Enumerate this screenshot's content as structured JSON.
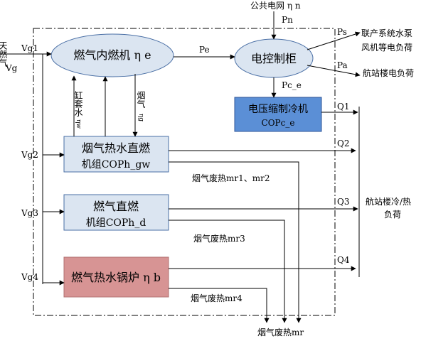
{
  "inputs": {
    "natural_gas": "天然气",
    "vg_symbol": "Vg",
    "grid_title": "公共电网 η n",
    "pn": "Pn",
    "vg1": "Vg1",
    "vg2": "Vg2",
    "vg3": "Vg3",
    "vg4": "Vg4"
  },
  "engine": {
    "label": "燃气内燃机 η e",
    "pe": "Pe",
    "jacket_water": "缸套水",
    "jacket_sym": "ηw",
    "flue_gas": "烟气",
    "flue_sym": "ηg"
  },
  "cabinet": {
    "label": "电控制柜",
    "ps": "Ps",
    "pa": "Pa",
    "pce": "Pc_e"
  },
  "chiller": {
    "line1": "电压缩制冷机",
    "line2": "COPc_e"
  },
  "flue_hw": {
    "line1": "烟气热水直燃",
    "line2": "机组COPh_gw"
  },
  "gas_direct": {
    "line1": "燃气直燃",
    "line2": "机组COPh_d"
  },
  "boiler": {
    "label": "燃气热水锅炉 η b"
  },
  "waste": {
    "mr12": "烟气废热mr1、mr2",
    "mr3": "烟气废热mr3",
    "mr4": "烟气废热mr4",
    "total": "烟气废热mr"
  },
  "outputs": {
    "pump_load_1": "联产系统水泵",
    "pump_load_2": "风机等电负荷",
    "terminal_elec": "航站楼电负荷",
    "terminal_cool_1": "航站楼冷/热",
    "terminal_cool_2": "负荷",
    "q1": "Q1",
    "q2": "Q2",
    "q3": "Q3",
    "q4": "Q4"
  },
  "colors": {
    "ellipse_fill": "#dbe5f1",
    "box_fill": "#dbe5f1",
    "chiller_fill": "#5b8fd6",
    "boiler_fill": "#d79494",
    "line": "#000000"
  }
}
